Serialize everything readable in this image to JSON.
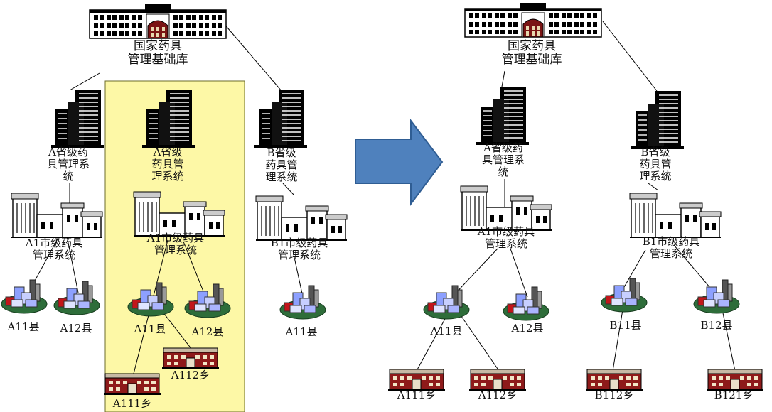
{
  "left_tree": {
    "national": "国家药具\n管理基础库",
    "province_a": "A省级药\n具管理系\n统",
    "province_a_highlight": "A省级\n药具管\n理系统",
    "province_b": "B省级\n药具管\n理系统",
    "city_a1": "A1市级药具\n管理系统",
    "city_a1_highlight": "A1市级药具\n管理系统",
    "city_b1": "B1市级药具\n管理系统",
    "county_a11": "A11县",
    "county_a12": "A12县",
    "county_a11_highlight": "A11县",
    "county_a12_highlight": "A12县",
    "county_b_a11": "A11县",
    "town_a112": "A112乡",
    "town_a111": "A111乡"
  },
  "right_tree": {
    "national": "国家药具\n管理基础库",
    "province_a": "A省级药\n具管理系\n统",
    "province_b": "B省级\n药具管\n理系统",
    "city_a1": "A1市级药具\n管理系统",
    "city_b1": "B1市级药具\n管理系统",
    "county_a11": "A11县",
    "county_a12": "A12县",
    "county_b11": "B11县",
    "county_b12": "B12县",
    "town_a111": "A111乡",
    "town_a112": "A112乡",
    "town_b112": "B112乡",
    "town_b121": "B121乡"
  },
  "colors": {
    "highlight_fill": "#fdf8a6",
    "highlight_border": "#6b6b2a",
    "arrow_fill": "#4f81bd",
    "arrow_stroke": "#2f5d93"
  }
}
